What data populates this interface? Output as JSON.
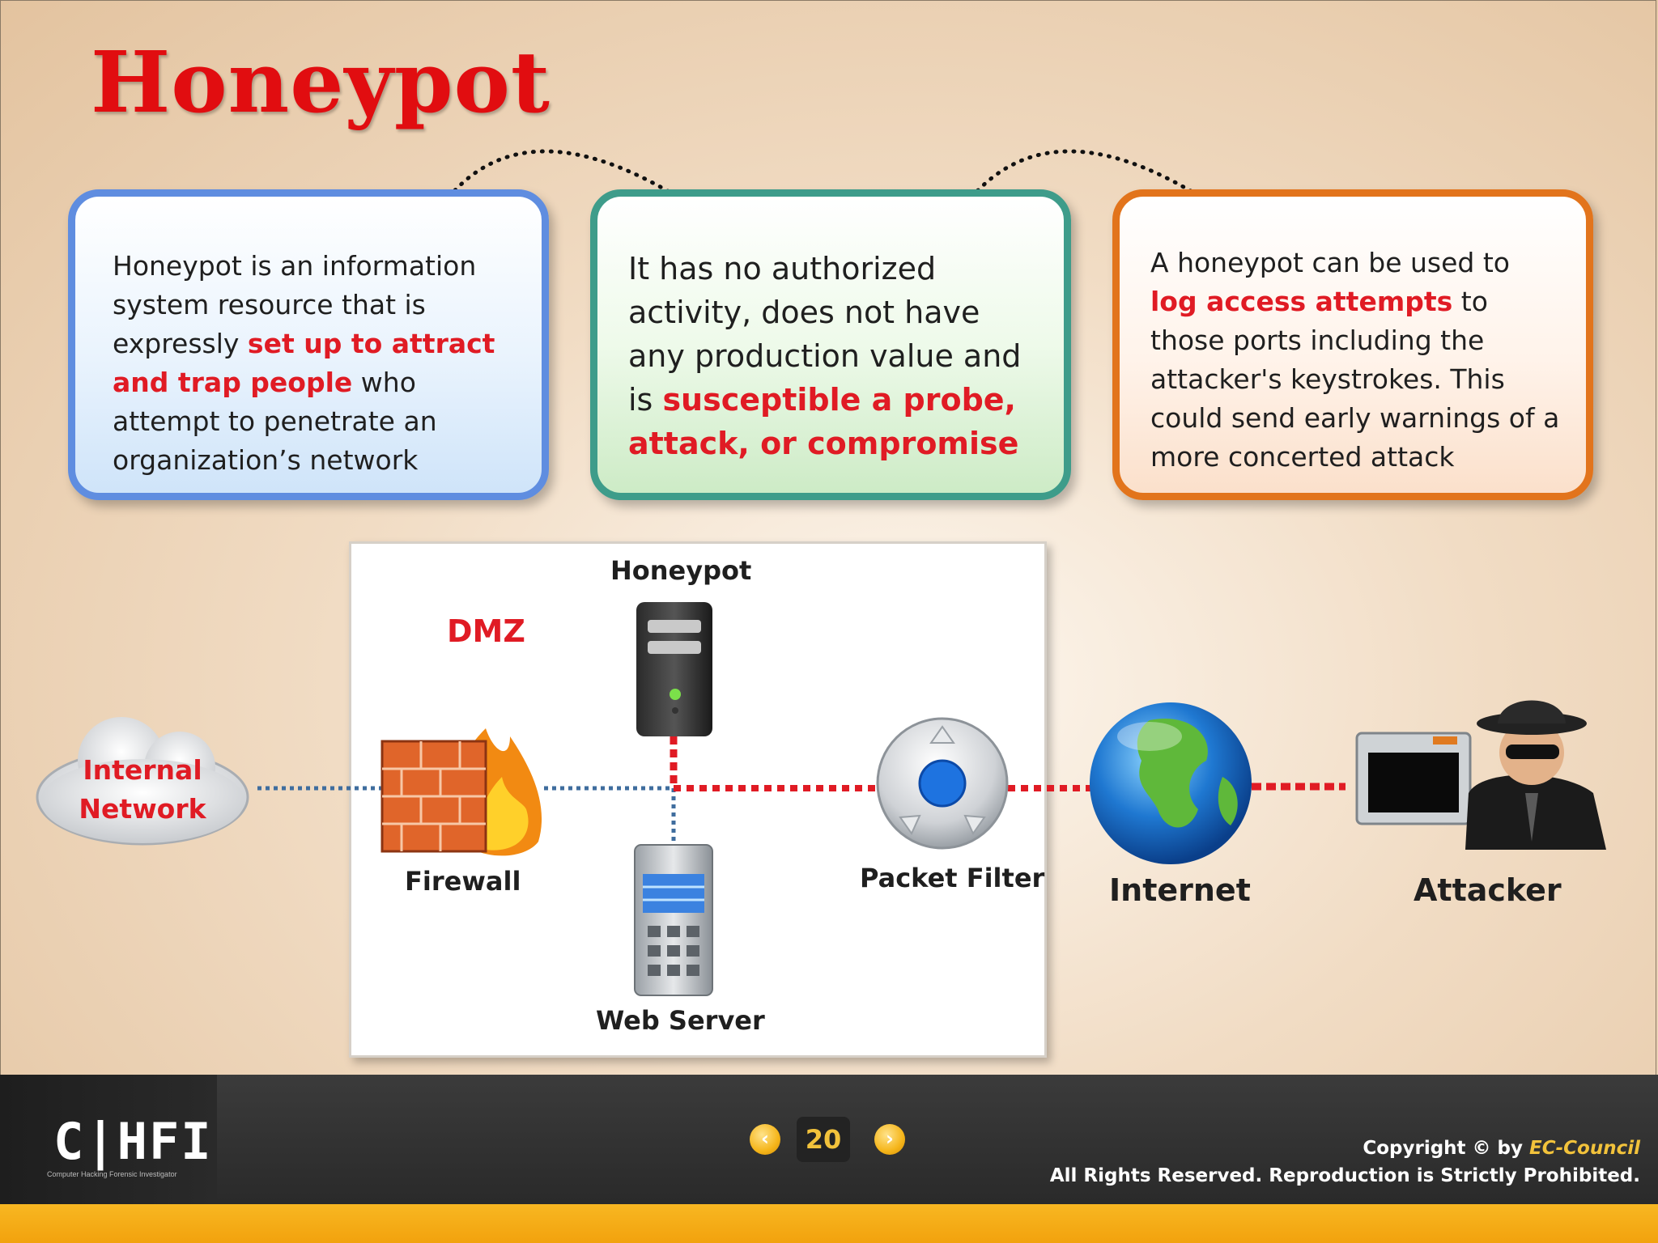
{
  "title": "Honeypot",
  "cards": [
    {
      "parts": [
        {
          "text": "Honeypot is an information system resource that is expressly ",
          "hl": false
        },
        {
          "text": "set up to attract and trap people",
          "hl": true
        },
        {
          "text": " who attempt to penetrate an organization’s network",
          "hl": false
        }
      ]
    },
    {
      "parts": [
        {
          "text": "It has no authorized activity, does not have any production value and is ",
          "hl": false
        },
        {
          "text": "susceptible a probe, attack, or compromise",
          "hl": true
        }
      ]
    },
    {
      "parts": [
        {
          "text": "A honeypot can be used to ",
          "hl": false
        },
        {
          "text": "log access attempts",
          "hl": true
        },
        {
          "text": " to those ports including the attacker's keystrokes. This could send early warnings of a more concerted attack",
          "hl": false
        }
      ]
    }
  ],
  "diagram": {
    "dmz_label": "DMZ",
    "internal_network": [
      "Internal",
      "Network"
    ],
    "firewall": "Firewall",
    "honeypot": "Honeypot",
    "web_server": "Web Server",
    "packet_filter": "Packet Filter",
    "internet": "Internet",
    "attacker": "Attacker"
  },
  "footer": {
    "logo": "C|HFI",
    "logo_sub": "Computer Hacking Forensic Investigator",
    "page": "20",
    "prev_icon": "chevron-left-icon",
    "next_icon": "chevron-right-icon",
    "copyright_prefix": "Copyright © by ",
    "copyright_brand": "EC-Council",
    "rights": "All Rights Reserved. Reproduction is Strictly Prohibited."
  },
  "colors": {
    "title_red": "#e10d10",
    "highlight_red": "#e01b24",
    "card_blue": "#5f8de0",
    "card_green": "#3e9c8a",
    "card_orange": "#e2741c",
    "footer_gold": "#f2a20d"
  }
}
